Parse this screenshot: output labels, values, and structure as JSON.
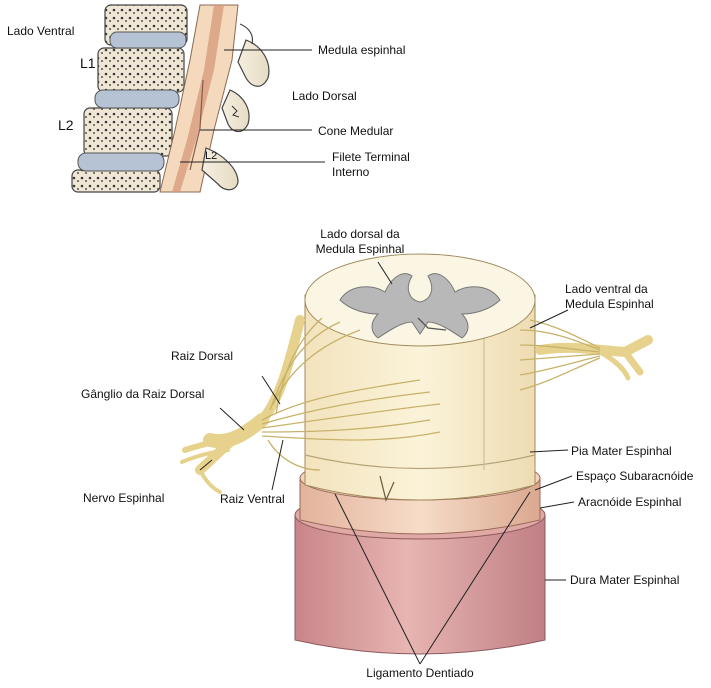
{
  "top_panel": {
    "lado_ventral": "Lado Ventral",
    "l1": "L1",
    "l2": "L2",
    "l2_inline": "L2",
    "medula_espinhal": "Medula espinhal",
    "lado_dorsal": "Lado Dorsal",
    "cone_medular": "Cone Medular",
    "filete_terminal_line1": "Filete Terminal",
    "filete_terminal_line2": "Interno"
  },
  "bottom_panel": {
    "lado_dorsal_medula_line1": "Lado dorsal da",
    "lado_dorsal_medula_line2": "Medula Espinhal",
    "lado_ventral_medula_line1": "Lado ventral da",
    "lado_ventral_medula_line2": "Medula Espinhal",
    "raiz_dorsal": "Raiz Dorsal",
    "ganglio_raiz_dorsal": "Gânglio da Raiz Dorsal",
    "nervo_espinhal": "Nervo Espinhal",
    "raiz_ventral": "Raiz Ventral",
    "pia_mater": "Pia Mater Espinhal",
    "espaco_subaracnoide": "Espaço Subaracnóide",
    "aracnoide": "Aracnóide Espinhal",
    "dura_mater": "Dura Mater Espinhal",
    "ligamento_dentiado": "Ligamento Dentiado"
  },
  "colors": {
    "bone": "#efe6d2",
    "disc": "#b9c6d6",
    "cord": "#f1d2b4",
    "cord_dark": "#d89c7d",
    "matter": "#fbf4d8",
    "gray_matter": "#b5b5b5",
    "nerve": "#f4e7a8",
    "dura": "#cf8d8f",
    "arachnoid": "#e7b8a2"
  }
}
